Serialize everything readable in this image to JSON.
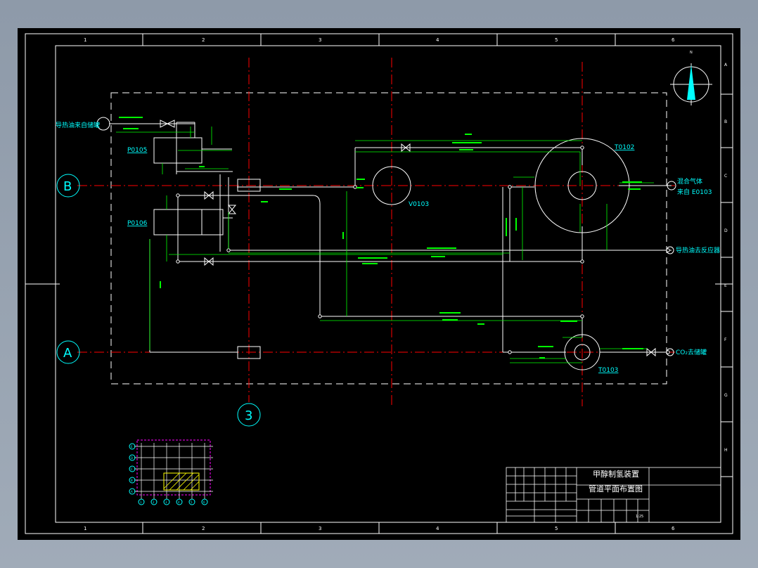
{
  "drawing": {
    "grid_cols": [
      "1",
      "2",
      "3",
      "4",
      "5",
      "6"
    ],
    "grid_rows": [
      "A",
      "B",
      "C",
      "D",
      "E",
      "F",
      "G",
      "H"
    ],
    "axis_b": "B",
    "axis_a": "A",
    "axis_3": "3",
    "labels": {
      "feed_in": "导热油来自储罐",
      "p0105": "P0105",
      "p0106": "P0106",
      "v0103": "V0103",
      "t0102": "T0102",
      "t0103": "T0103",
      "mixed_gas_1": "混合气体",
      "mixed_gas_2": "来自 E0103",
      "oil_to_reactor": "导热油去反应器",
      "co2_out": "CO₂去储罐"
    },
    "title_block": {
      "title_1": "甲醇制氢装置",
      "title_2": "管道平面布置图",
      "scale": "1:25"
    },
    "key_plan": {
      "rows": [
        "A",
        "B",
        "C",
        "D",
        "E"
      ],
      "cols": [
        "1",
        "2",
        "3",
        "4",
        "5",
        "6"
      ]
    },
    "colors": {
      "background": "#000000",
      "frame": "#ffffff",
      "pipe": "#ffffff",
      "dimension": "#00ff00",
      "text": "#00ffff",
      "axis": "#ff0000",
      "keyplan_grid": "#ff00ff",
      "keyplan_hatch": "#ffff00"
    }
  }
}
